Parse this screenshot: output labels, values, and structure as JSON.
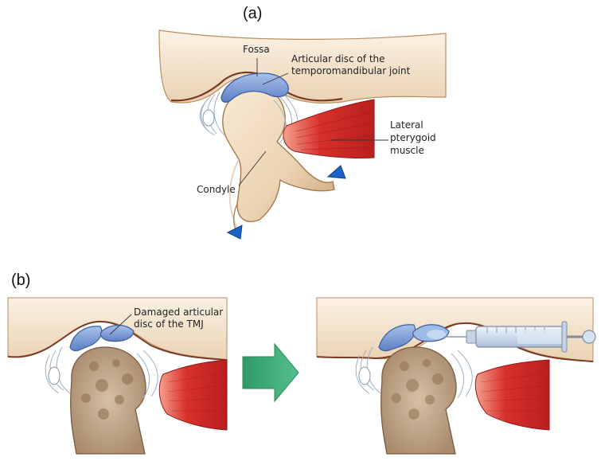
{
  "panel_a": {
    "tag": "(a)",
    "labels": {
      "fossa": "Fossa",
      "disc_line1": "Articular disc of the",
      "disc_line2": "temporomandibular joint",
      "muscle_line1": "Lateral",
      "muscle_line2": "pterygoid",
      "muscle_line3": "muscle",
      "condyle": "Condyle"
    }
  },
  "panel_b": {
    "tag": "(b)",
    "labels": {
      "damaged_line1": "Damaged articular",
      "damaged_line2": "disc of the TMJ"
    }
  },
  "colors": {
    "bone": "#efd9bf",
    "bone_shadow": "#d9b994",
    "disc": "#7d9fd6",
    "disc_dark": "#4f72b8",
    "muscle": "#d8312c",
    "muscle_light": "#f08a7a",
    "ligament": "#a9b7c8",
    "arrow_blue": "#1c63c8",
    "arrow_green": "#3fae7a",
    "damaged_bone": "#c9b094"
  },
  "icons": {
    "motion_arrows": "blue-arrow-icon",
    "transition_arrow": "green-arrow-icon",
    "syringe": "syringe-icon"
  }
}
